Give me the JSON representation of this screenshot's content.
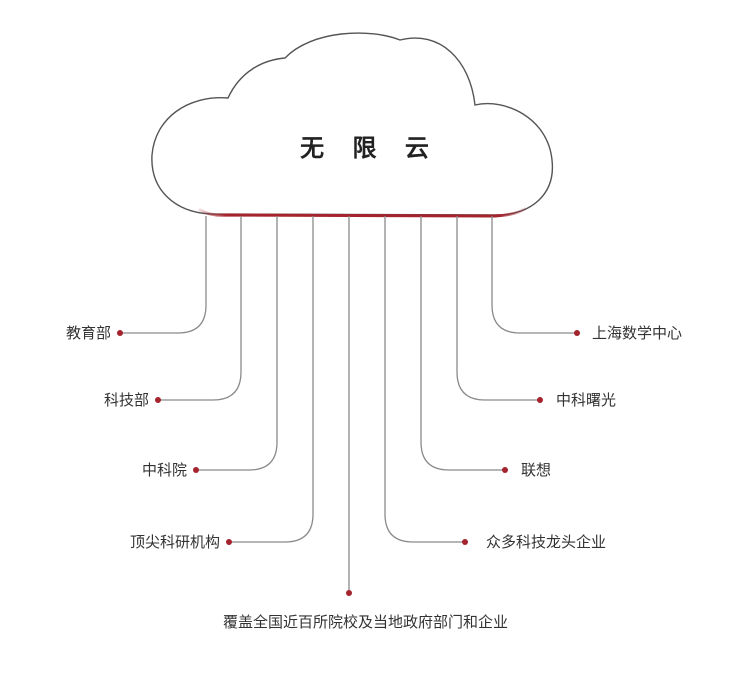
{
  "cloud": {
    "title": "无 限 云"
  },
  "nodes": {
    "left": [
      "教育部",
      "科技部",
      "中科院",
      "顶尖科研机构"
    ],
    "right": [
      "上海数学中心",
      "中科曙光",
      "联想",
      "众多科技龙头企业"
    ],
    "bottom": "覆盖全国近百所院校及当地政府部门和企业"
  },
  "colors": {
    "accent": "#a4232d",
    "line": "#8a8a8a",
    "cloud_stroke": "#555555",
    "text": "#333333"
  }
}
